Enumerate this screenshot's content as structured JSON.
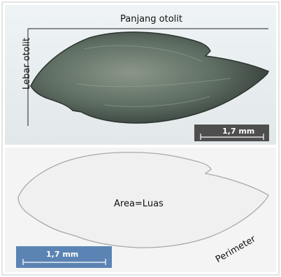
{
  "labels": {
    "length": "Panjang otolit",
    "width": "Lebar otolit",
    "area": "Area=Luas",
    "perimeter": "Perimeter"
  },
  "scale_bars": {
    "top": "1,7 mm",
    "bottom": "1,7 mm"
  },
  "colors": {
    "photo_background": "#e9eef1",
    "otolith_dark": "#3a4540",
    "otolith_mid": "#6f7d72",
    "outline_background": "#f4f4f4",
    "outline_stroke": "#a9a9a9",
    "scale_box_top": "#4e4e4e",
    "scale_box_bottom": "#5b84b4"
  }
}
